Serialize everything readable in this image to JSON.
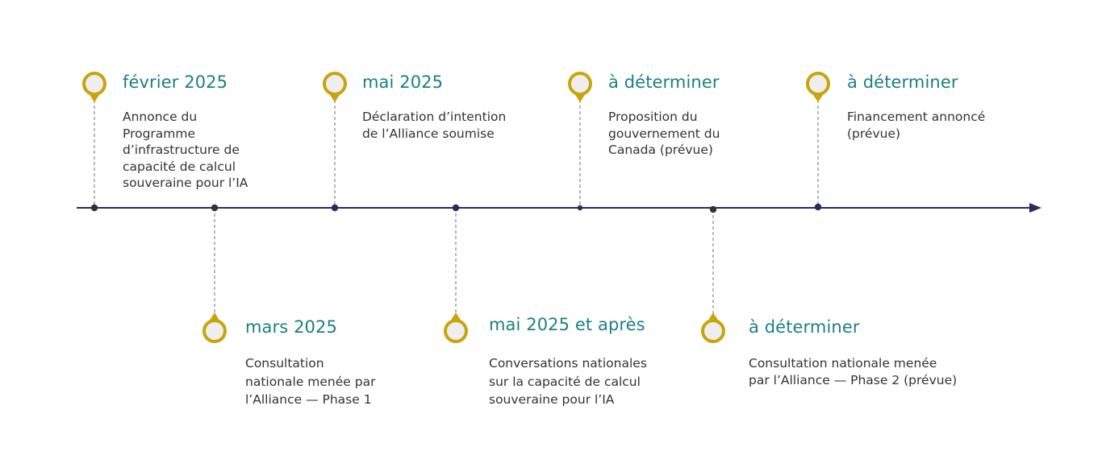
{
  "colors": {
    "axis": "#272c5e",
    "marker_outline": "#c9a40a",
    "marker_fill": "#eeeeee",
    "date_text": "#1b7f86",
    "description_text": "#333333",
    "connector": "#9a9a9a"
  },
  "icons": {
    "marker": "map-pin-icon",
    "axis_end": "arrow-right-icon"
  },
  "events": [
    {
      "id": "fevrier-2025",
      "side": "top",
      "date": "février 2025",
      "description": [
        "Annonce du",
        "Programme",
        "d’infrastructure de",
        "capacité de calcul",
        "souveraine pour l’IA"
      ]
    },
    {
      "id": "mars-2025",
      "side": "bottom",
      "date": "mars 2025",
      "description": [
        "Consultation",
        "nationale menée par",
        "l’Alliance — Phase 1"
      ]
    },
    {
      "id": "mai-2025",
      "side": "top",
      "date": "mai 2025",
      "description": [
        "Déclaration d’intention",
        "de l’Alliance soumise"
      ]
    },
    {
      "id": "mai-2025-et-apres",
      "side": "bottom",
      "date": "mai 2025 et après",
      "description": [
        "Conversations nationales",
        "sur la capacité de calcul",
        "souveraine pour l’IA"
      ]
    },
    {
      "id": "a-determiner-1",
      "side": "top",
      "date": "à déterminer",
      "description": [
        "Proposition du",
        "gouvernement du",
        "Canada (prévue)"
      ]
    },
    {
      "id": "a-determiner-2",
      "side": "bottom",
      "date": "à déterminer",
      "description": [
        "Consultation nationale menée",
        "par l’Alliance — Phase 2 (prévue)"
      ]
    },
    {
      "id": "a-determiner-3",
      "side": "top",
      "date": "à déterminer",
      "description": [
        "Financement annoncé",
        "(prévue)"
      ]
    }
  ]
}
